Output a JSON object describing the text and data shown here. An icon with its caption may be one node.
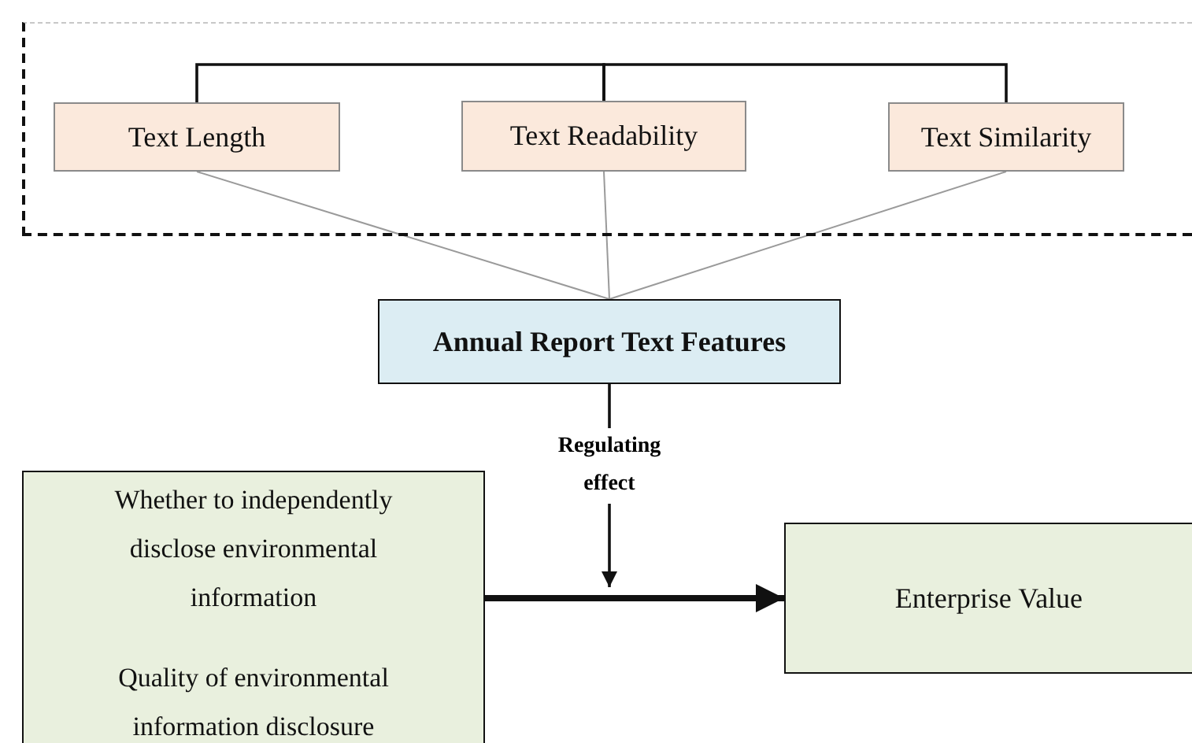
{
  "diagram": {
    "nodes": [
      {
        "text": [],
        "shape": "box"
      },
      {
        "text": [
          "Text Length"
        ],
        "in": 0
      },
      {
        "text": [
          "Text Readability"
        ],
        "in": 0
      },
      {
        "text": [
          "Text Similarity"
        ],
        "in": 0
      },
      {
        "text": [
          "Annual Report Text Features"
        ]
      },
      {
        "text": [
          "Whether to independently disclose environmental information",
          "Quality of environmental information disclosure"
        ]
      },
      {
        "text": [
          "Enterprise Value"
        ]
      }
    ],
    "edges": [
      {
        "from": 2,
        "to": 1,
        "arrow": "none"
      },
      {
        "from": 2,
        "to": 3,
        "arrow": "none"
      },
      {
        "from": 1,
        "to": 4,
        "arrow": "none",
        "color": "#9a9a9a"
      },
      {
        "from": 2,
        "to": 4,
        "arrow": "none",
        "color": "#9a9a9a"
      },
      {
        "from": 3,
        "to": 4,
        "arrow": "none",
        "color": "#9a9a9a"
      },
      {
        "from": 4,
        "to": null,
        "arrow": "to",
        "label": "Regulating effect"
      },
      {
        "from": 5,
        "to": 6,
        "arrow": "to",
        "style": "thick"
      }
    ]
  }
}
